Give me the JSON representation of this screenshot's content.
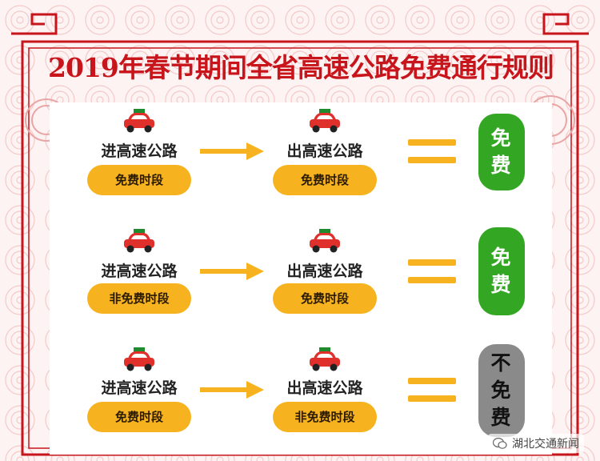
{
  "title": "2019年春节期间全省高速公路免费通行规则",
  "rows": [
    {
      "enter_label": "进高速公路",
      "enter_period": "免费时段",
      "exit_label": "出高速公路",
      "exit_period": "免费时段",
      "result": "免费",
      "result_status": "free"
    },
    {
      "enter_label": "进高速公路",
      "enter_period": "非免费时段",
      "exit_label": "出高速公路",
      "exit_period": "免费时段",
      "result": "免费",
      "result_status": "free"
    },
    {
      "enter_label": "进高速公路",
      "enter_period": "免费时段",
      "exit_label": "出高速公路",
      "exit_period": "非免费时段",
      "result": "不免费",
      "result_status": "not-free"
    }
  ],
  "watermark": "湖北交通新闻",
  "colors": {
    "title_red": "#c8141b",
    "pill_yellow": "#f7b31f",
    "free_green": "#33a623",
    "notfree_gray": "#8a8a8a",
    "car_red": "#e0302c"
  }
}
